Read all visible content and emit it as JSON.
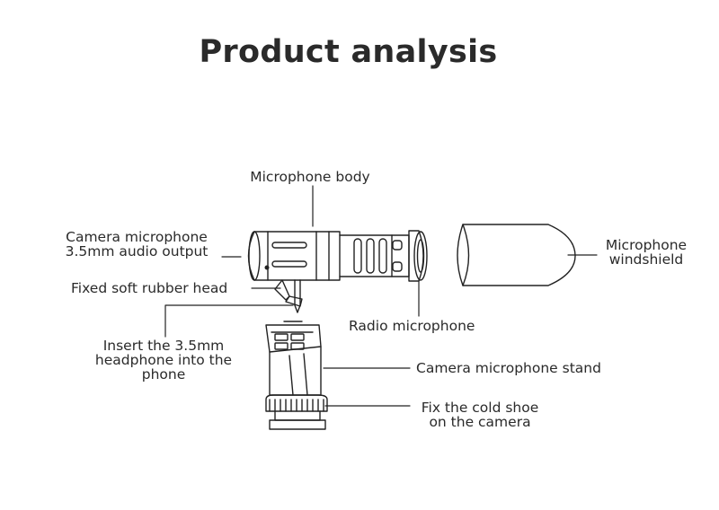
{
  "title": "Product analysis",
  "labels": {
    "microphone_body": "Microphone body",
    "camera_microphone_output": [
      "Camera microphone",
      "3.5mm audio output"
    ],
    "fixed_soft_rubber_head": "Fixed soft rubber head",
    "insert_headphone": [
      "Insert the 3.5mm",
      "headphone into the",
      "phone"
    ],
    "microphone_windshield": [
      "Microphone",
      "windshield"
    ],
    "radio_microphone": "Radio microphone",
    "camera_microphone_stand": "Camera microphone stand",
    "fix_cold_shoe": [
      "Fix the cold shoe",
      "on the camera"
    ]
  }
}
